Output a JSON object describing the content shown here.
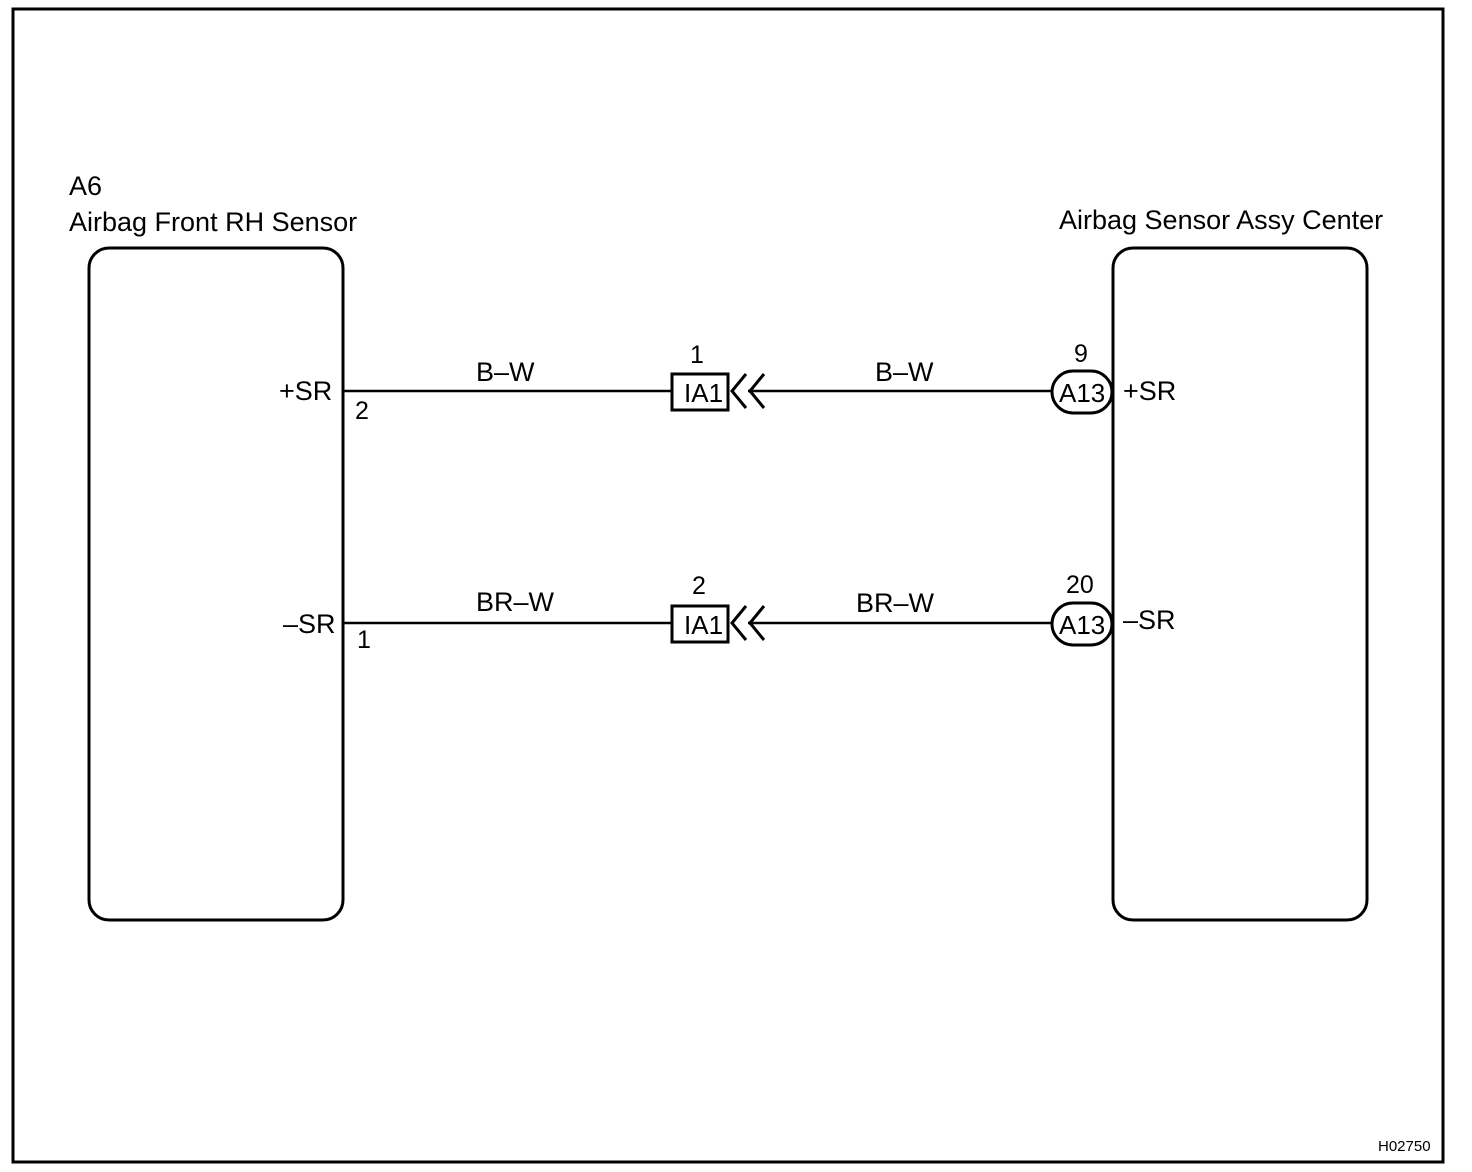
{
  "left_component": {
    "code": "A6",
    "name": "Airbag Front RH Sensor",
    "terminals": [
      {
        "name": "+SR",
        "pin": "2"
      },
      {
        "name": "–SR",
        "pin": "1"
      }
    ]
  },
  "right_component": {
    "name": "Airbag Sensor Assy Center",
    "connector": "A13",
    "terminals": [
      {
        "name": "+SR",
        "pin": "9"
      },
      {
        "name": "–SR",
        "pin": "20"
      }
    ]
  },
  "junction": {
    "name": "IA1",
    "pins": [
      "1",
      "2"
    ]
  },
  "wires": [
    {
      "left_color": "B–W",
      "right_color": "B–W"
    },
    {
      "left_color": "BR–W",
      "right_color": "BR–W"
    }
  ],
  "figure_code": "H02750"
}
